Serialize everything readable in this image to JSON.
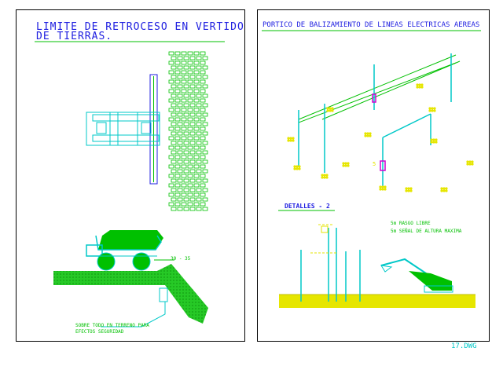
{
  "left_panel": {
    "title_line1": "LIMITE DE RETROCESO EN VERTIDO",
    "title_line2": "DE TIERRAS.",
    "dimension_label": "30 - 35",
    "note_line1": "SOBRE TODO EN TERRENO PARA",
    "note_line2": "EFECTOS SEGURIDAD"
  },
  "right_panel": {
    "title": "PORTICO DE BALIZAMIENTO DE LINEAS ELECTRICAS AEREAS",
    "details_label": "DETALLES - 2",
    "legend_line1": "5m  RASGO LIBRE",
    "legend_line2": "5m  SEÑAL DE ALTURA MAXIMA",
    "post_label": "5"
  },
  "drawing_id": "17.DWG",
  "colors": {
    "title_blue": "#2020e0",
    "green": "#00c000",
    "cyan": "#00c8c8",
    "yellow": "#e6e600",
    "magenta": "#d000d0",
    "frame": "#000000"
  }
}
